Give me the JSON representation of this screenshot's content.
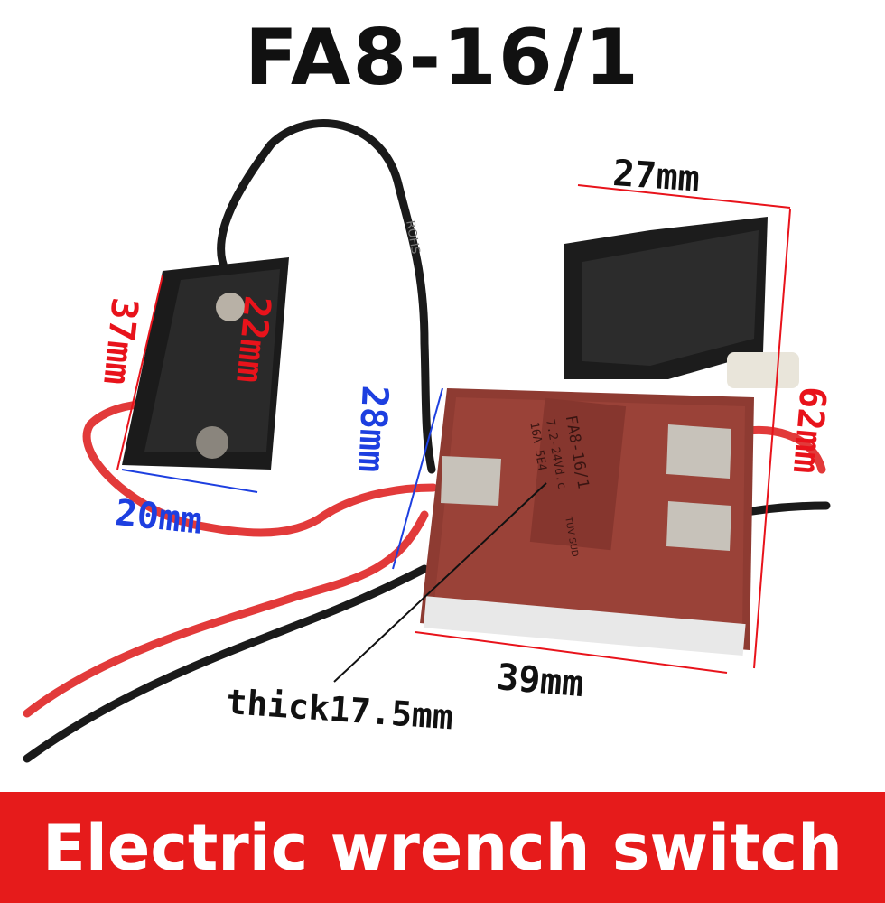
{
  "title": "FA8-16/1",
  "dimensions": {
    "top_width": "27mm",
    "height": "62mm",
    "base_width": "39mm",
    "thickness": "thick17.5mm",
    "side_height": "28mm",
    "module_length": "37mm",
    "module_inner": "22mm",
    "module_width": "20mm"
  },
  "switch_print": {
    "model": "FA8-16/1",
    "voltage": "7.2-24Vd.c",
    "rating": "16A 5E4",
    "cert": "TUV SUD"
  },
  "cable_print": "ROHS",
  "banner": {
    "text": "Electric wrench switch"
  },
  "colors": {
    "dim_red": "#e8131b",
    "dim_blue": "#1d3fe0",
    "switch_body": "#8e3b32",
    "trigger": "#1c1c1c",
    "wire_red": "#e23a3a",
    "banner_bg": "#e61b1b"
  }
}
